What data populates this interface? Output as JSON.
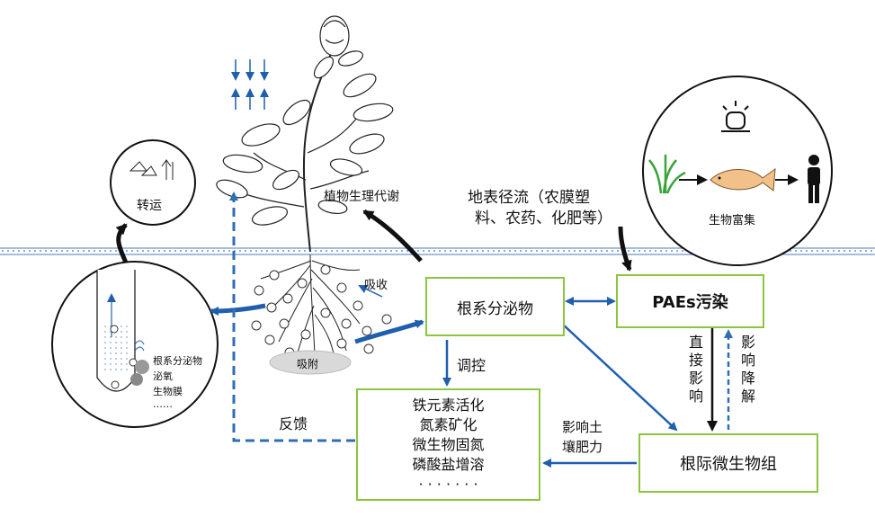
{
  "labels": {
    "transport": "转运",
    "plant_metabolism": "植物生理代谢",
    "surface_runoff_line1": "地表径流（农膜塑",
    "surface_runoff_line2": "料、农药、化肥等）",
    "bio_accumulation": "生物富集",
    "absorb": "吸收",
    "adsorb": "吸附",
    "regulate": "调控",
    "feedback": "反馈",
    "affect_soil_line1": "影响土",
    "affect_soil_line2": "壤肥力",
    "direct_affect": "直接影响",
    "affect_degrade": "影响降解",
    "root_detail_1": "根系分泌物",
    "root_detail_2": "泌氧",
    "root_detail_3": "生物膜",
    "root_detail_4": "……"
  },
  "boxes": {
    "root_exudates": "根系分泌物",
    "paes_pollution": "PAEs污染",
    "rhizosphere_microbiome": "根际微生物组",
    "processes": [
      "铁元素活化",
      "氮素矿化",
      "微生物固氮",
      "磷酸盐增溶",
      "· · · · · · ·"
    ]
  },
  "colors": {
    "box_border": "#8cc63f",
    "blue_arrow": "#1f5fae",
    "dashed_arrow": "#2f6db5",
    "black_arrow": "#111111",
    "soil_line": "#4a78c0"
  }
}
